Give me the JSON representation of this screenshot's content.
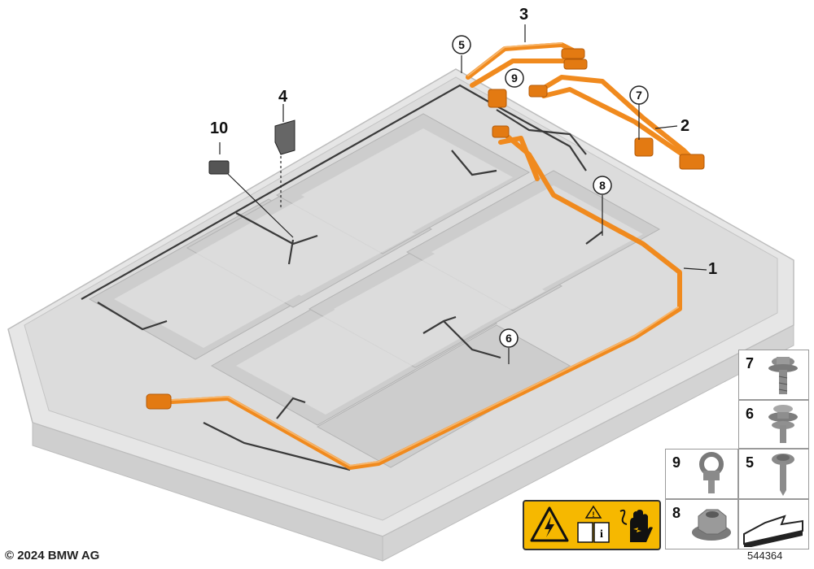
{
  "callouts": {
    "c1": "1",
    "c2": "2",
    "c3": "3",
    "c4": "4",
    "c5": "5",
    "c6": "6",
    "c7": "7",
    "c8": "8",
    "c9": "9",
    "c10": "10"
  },
  "legend": {
    "n7": "7",
    "n6": "6",
    "n5": "5",
    "n9": "9",
    "n8": "8"
  },
  "copyright": "© 2024 BMW AG",
  "part_number": "544364",
  "colors": {
    "orange_cable": "#f08a1e",
    "orange_light": "#f7b56a",
    "tray": "#dcdcdc",
    "module": "#c9c9c9",
    "dark_cable": "#3a3a3a",
    "warning_yellow": "#f6b800"
  },
  "icons": [
    "high-voltage-warning-icon",
    "manual-info-icon",
    "protective-glove-icon",
    "bolt-icon",
    "screw-icon",
    "ring-terminal-icon",
    "flange-nut-icon",
    "arrow-icon"
  ]
}
